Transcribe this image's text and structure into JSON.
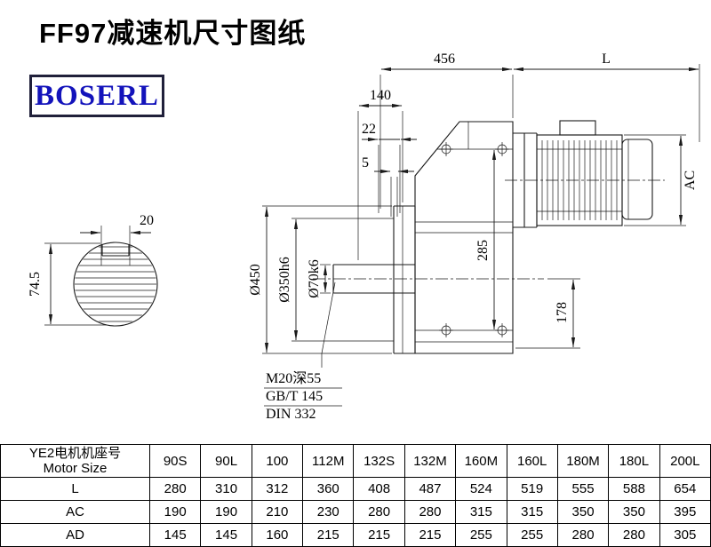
{
  "page": {
    "title": "FF97减速机尺寸图纸",
    "logo_text": "BOSERL"
  },
  "drawing": {
    "dims": {
      "d456": "456",
      "dL": "L",
      "d140": "140",
      "d22": "22",
      "d5": "5",
      "dAC": "AC",
      "d285": "285",
      "d178": "178",
      "dia450": "Ø450",
      "dia350": "Ø350h6",
      "dia70": "Ø70k6",
      "d20": "20",
      "d74_5": "74.5"
    },
    "notes": {
      "tap": "M20深55",
      "gb": "GB/T 145",
      "din": "DIN 332"
    }
  },
  "table": {
    "header_cn": "YE2电机机座号",
    "header_en": "Motor Size",
    "columns": [
      "90S",
      "90L",
      "100",
      "112M",
      "132S",
      "132M",
      "160M",
      "160L",
      "180M",
      "180L",
      "200L"
    ],
    "rows": [
      {
        "label": "L",
        "values": [
          "280",
          "310",
          "312",
          "360",
          "408",
          "487",
          "524",
          "519",
          "555",
          "588",
          "654"
        ]
      },
      {
        "label": "AC",
        "values": [
          "190",
          "190",
          "210",
          "230",
          "280",
          "280",
          "315",
          "315",
          "350",
          "350",
          "395"
        ]
      },
      {
        "label": "AD",
        "values": [
          "145",
          "145",
          "160",
          "215",
          "215",
          "215",
          "255",
          "255",
          "280",
          "280",
          "305"
        ]
      }
    ]
  }
}
